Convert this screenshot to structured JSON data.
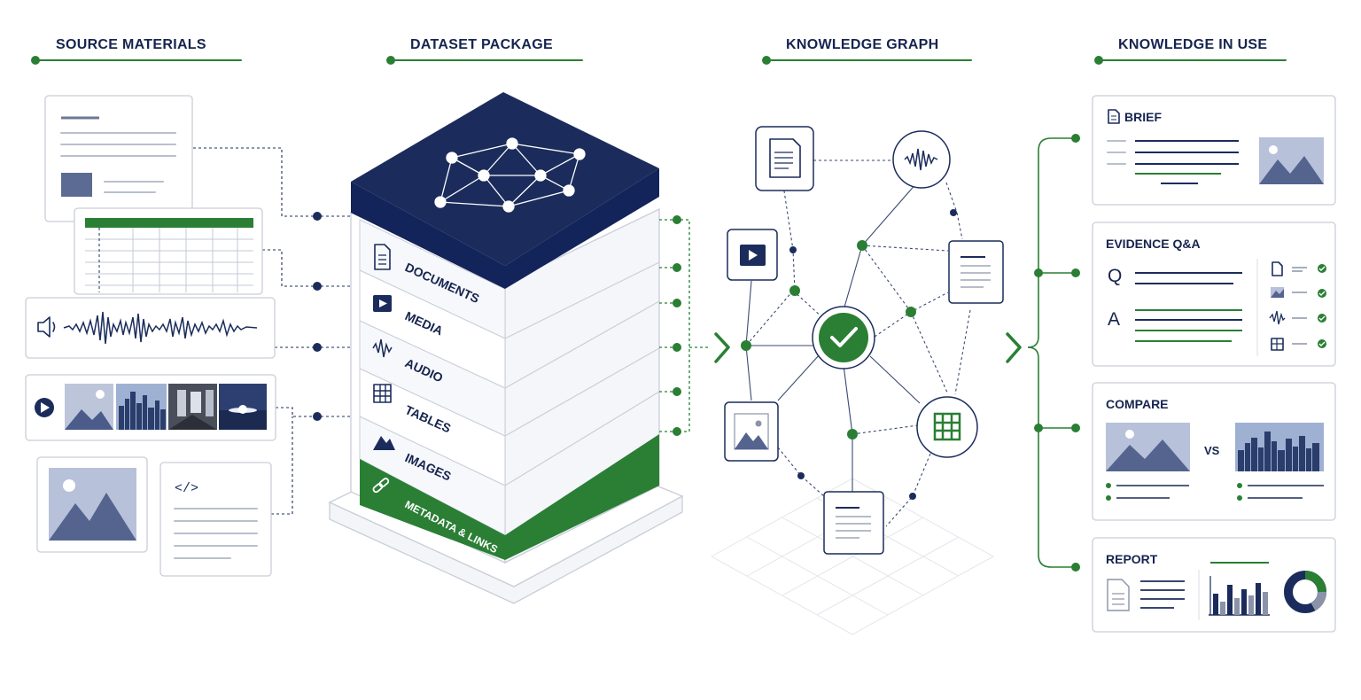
{
  "columns": {
    "source": "SOURCE MATERIALS",
    "dataset": "DATASET PACKAGE",
    "graph": "KNOWLEDGE GRAPH",
    "use": "KNOWLEDGE IN USE"
  },
  "dataset_layers": [
    "DOCUMENTS",
    "MEDIA",
    "AUDIO",
    "TABLES",
    "IMAGES"
  ],
  "dataset_meta_layer": "METADATA & LINKS",
  "use_cases": {
    "brief": "BRIEF",
    "qa": "EVIDENCE Q&A",
    "qa_q": "Q",
    "qa_a": "A",
    "compare": "COMPARE",
    "vs": "VS",
    "report": "REPORT"
  },
  "icons": [
    "document-icon",
    "video-play-icon",
    "audio-waveform-icon",
    "table-icon",
    "image-icon",
    "link-icon",
    "checkmark-icon",
    "code-icon",
    "speaker-icon",
    "check-badge-icon",
    "bar-chart-icon",
    "donut-chart-icon"
  ],
  "colors": {
    "navy": "#1b2c5c",
    "green": "#2a7f34",
    "gray_line": "#b9c0cc"
  }
}
